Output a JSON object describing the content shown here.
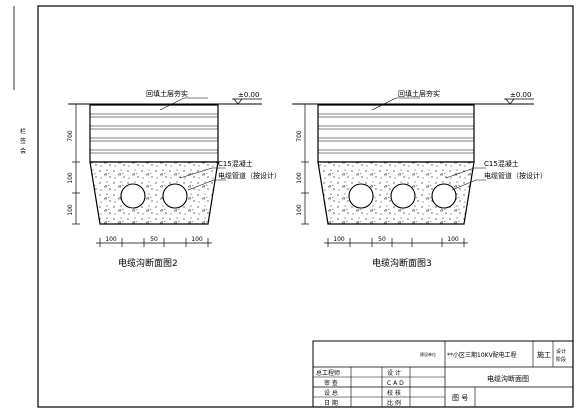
{
  "margin_label": "栏 签 会",
  "section_2": {
    "backfill_label": "回填土层夯实",
    "elevation_label": "±0.00",
    "concrete_label": "C15混凝土",
    "conduit_label": "电缆管道（按设计）",
    "dim_top": "700",
    "dim_mid": "100",
    "dim_bot": "100",
    "dim_w_left": "100",
    "dim_w_mid": "50",
    "dim_w_right": "100",
    "caption": "电缆沟断面图2",
    "pipe_count": 2
  },
  "section_3": {
    "backfill_label": "回填土层夯实",
    "elevation_label": "±0.00",
    "concrete_label": "C15混凝土",
    "conduit_label": "电缆管道（按设计）",
    "dim_top": "700",
    "dim_mid": "100",
    "dim_bot": "100",
    "dim_w_left": "100",
    "dim_w_mid": "50",
    "dim_w_right": "100",
    "caption": "电缆沟断面图3",
    "pipe_count": 3
  },
  "title_block": {
    "org_small": "建设单位",
    "project_name": "**小区三期10KV配电工程",
    "stage_label": "施工",
    "stage_sub_top": "设计",
    "stage_sub_bot": "阶段",
    "drawing_title": "电缆沟断面图",
    "drawing_no_label": "图 号",
    "left_labels": [
      "总工程师",
      "审 查",
      "设 总",
      "日 期"
    ],
    "mid_labels": [
      "设 计",
      "C A D",
      "校 核",
      "比 例"
    ]
  }
}
